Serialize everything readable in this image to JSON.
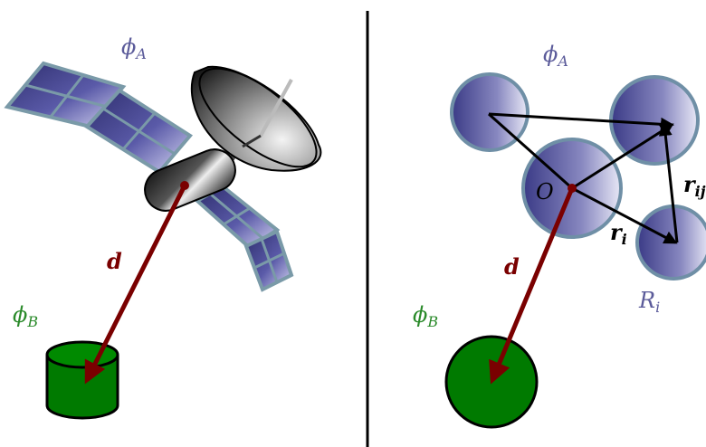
{
  "left_panel": {
    "phi_a": {
      "base": "ϕ",
      "sub": "A"
    },
    "phi_b": {
      "base": "ϕ",
      "sub": "B"
    },
    "d": "d"
  },
  "right_panel": {
    "phi_a": {
      "base": "ϕ",
      "sub": "A"
    },
    "phi_b": {
      "base": "ϕ",
      "sub": "B"
    },
    "d": "d",
    "origin": "O",
    "r_i": {
      "base": "r",
      "sub": "i"
    },
    "r_ij": {
      "base": "r",
      "sub": "ij"
    },
    "R_i": {
      "base": "R",
      "sub": "i"
    }
  },
  "colors": {
    "phi_a_label": "#5b5b9a",
    "phi_b_label": "#2a8a2a",
    "d_arrow": "#7a0000",
    "panel_fill": "#3d3d8a",
    "panel_frame": "#7a9aa8",
    "target_fill": "#007a00",
    "sphere_stroke": "#6f8fa6",
    "divider": "#000000"
  },
  "icons": [
    "satellite-icon",
    "dish-antenna-icon",
    "cylinder-target-icon",
    "sphere-target-icon"
  ]
}
